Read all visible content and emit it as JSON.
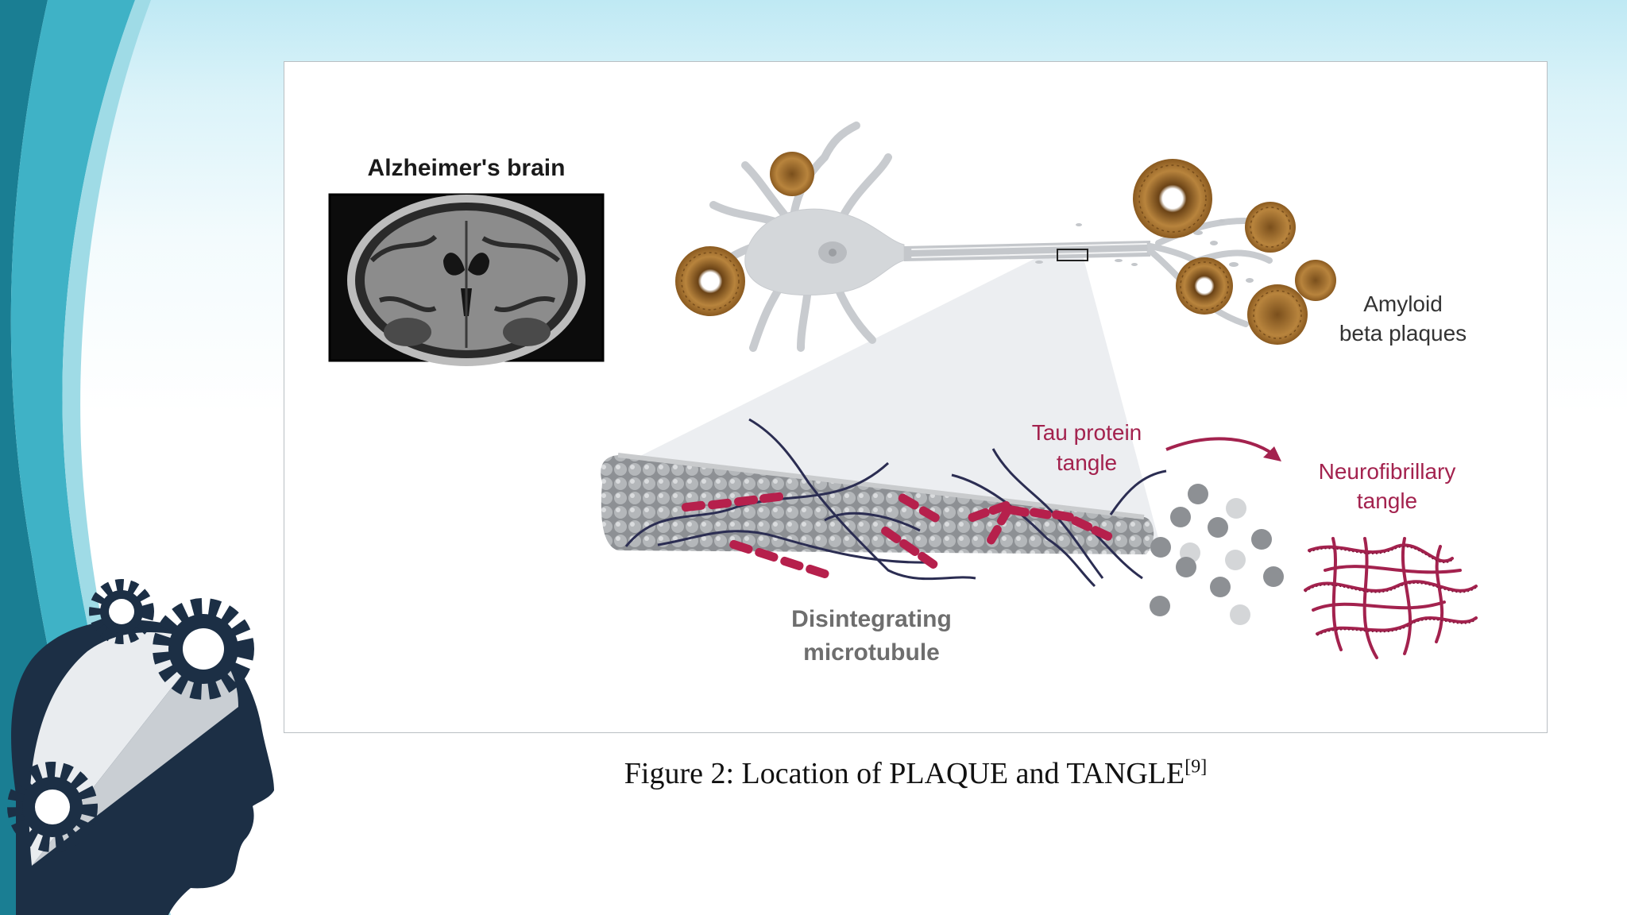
{
  "figure": {
    "labels": {
      "brain_title": "Alzheimer's brain",
      "amyloid_line1": "Amyloid",
      "amyloid_line2": "beta plaques",
      "tau_line1": "Tau protein",
      "tau_line2": "tangle",
      "nft_line1": "Neurofibrillary",
      "nft_line2": "tangle",
      "microtubule_line1": "Disintegrating",
      "microtubule_line2": "microtubule"
    },
    "caption": {
      "text": "Figure 2: Location of PLAQUE and TANGLE",
      "reference": "[9]"
    }
  },
  "colors": {
    "accent_crimson": "#a3224e",
    "plaque_brown": "#9a6a2a",
    "neuron_gray": "#cfd2d6",
    "slide_teal": "#1c8fa4",
    "head_navy": "#1c2f45"
  },
  "icons": [
    "gear-icon",
    "head-silhouette-icon",
    "arrow-icon"
  ]
}
